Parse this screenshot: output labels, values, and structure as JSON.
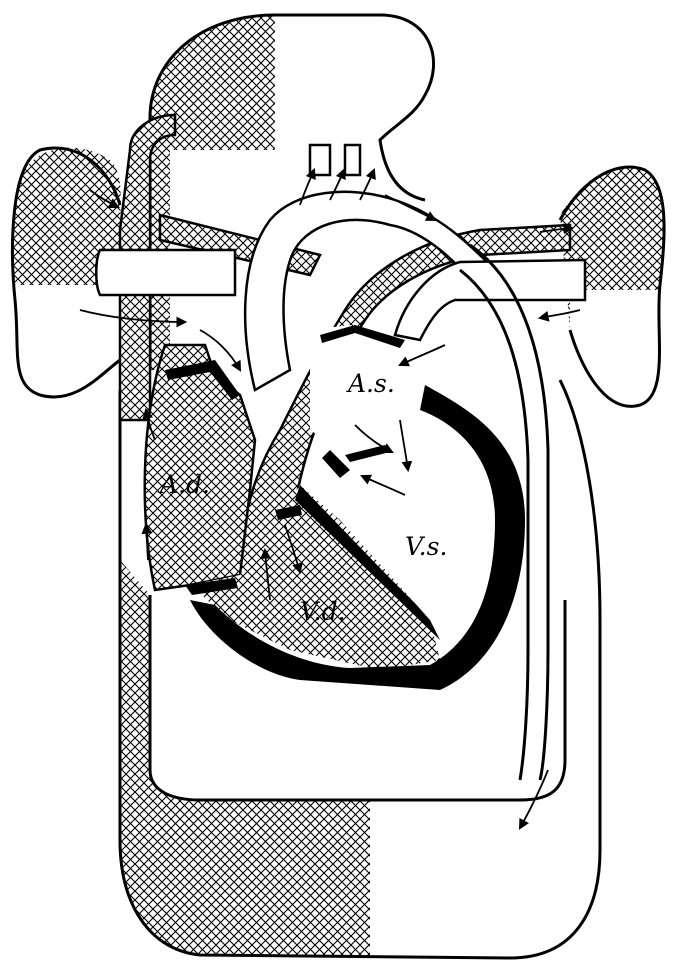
{
  "labels": {
    "right_atrium": "A.d.",
    "left_atrium": "A.s.",
    "right_ventricle": "V.d.",
    "left_ventricle": "V.s."
  },
  "colors": {
    "ink": "#000000",
    "paper": "#ffffff",
    "hatch": "#000000"
  }
}
